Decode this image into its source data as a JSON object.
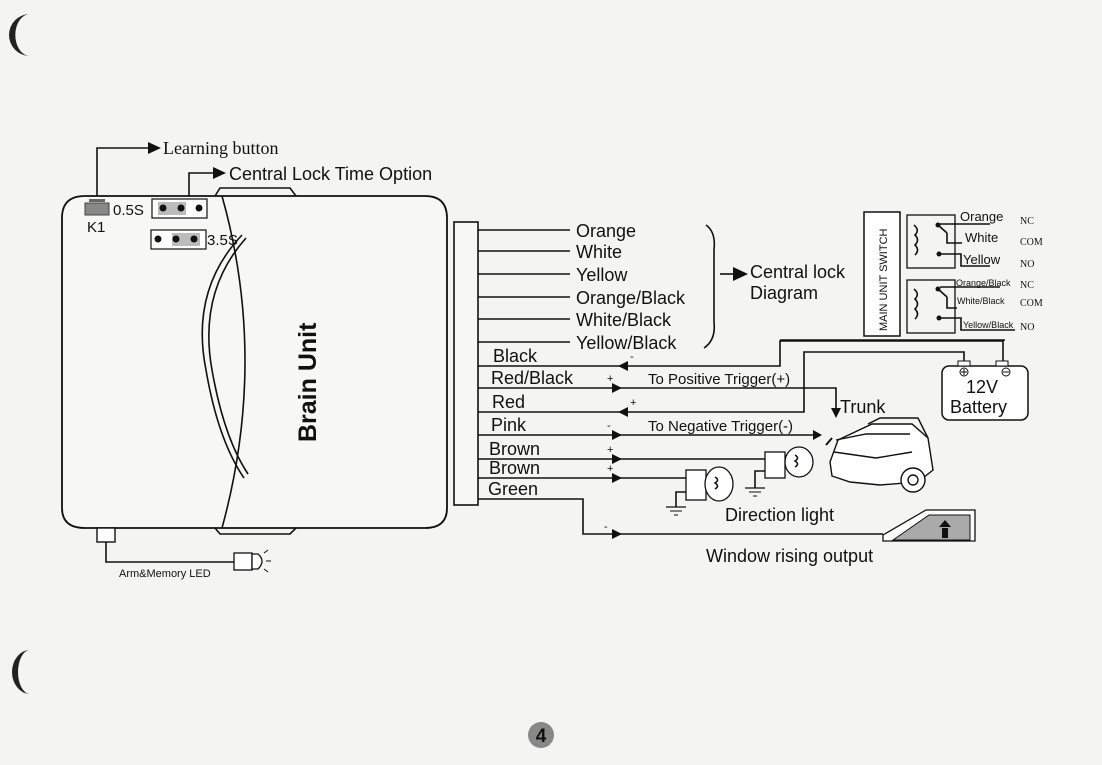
{
  "brain_unit": {
    "title": "Brain Unit",
    "learning_button_label": "Learning button",
    "central_lock_time_label": "Central Lock Time Option",
    "k1_label": "K1",
    "jumper_j1_label": "0.5S",
    "jumper_j2_label": "3.5S",
    "led_label": "Arm&Memory LED"
  },
  "central_lock_wires": [
    "Orange",
    "White",
    "Yellow",
    "Orange/Black",
    "White/Black",
    "Yellow/Black"
  ],
  "central_lock_target": "Central lock\nDiagram",
  "central_lock_target_line1": "Central lock",
  "central_lock_target_line2": "Diagram",
  "switch": {
    "title": "MAIN UNIT SWITCH",
    "relay1": [
      {
        "wire": "Orange",
        "contact": "NC"
      },
      {
        "wire": "White",
        "contact": "COM"
      },
      {
        "wire": "Yellow",
        "contact": "NO"
      }
    ],
    "relay2": [
      {
        "wire": "Orange/Black",
        "contact": "NC"
      },
      {
        "wire": "White/Black",
        "contact": "COM"
      },
      {
        "wire": "Yellow/Black",
        "contact": "NO"
      }
    ]
  },
  "other_wires": [
    {
      "name": "Black",
      "polarity": "-"
    },
    {
      "name": "Red/Black",
      "polarity": "+"
    },
    {
      "name": "Red",
      "polarity": "+"
    },
    {
      "name": "Pink",
      "polarity": "-"
    },
    {
      "name": "Brown",
      "polarity": "+"
    },
    {
      "name": "Brown",
      "polarity": "+"
    },
    {
      "name": "Green",
      "polarity": "-"
    }
  ],
  "labels": {
    "positive_trigger": "To Positive Trigger(+)",
    "negative_trigger": "To Negative Trigger(-)",
    "trunk": "Trunk",
    "battery_line1": "12V",
    "battery_line2": "Battery",
    "direction_light": "Direction light",
    "window_output": "Window rising output"
  },
  "page_number": "4"
}
